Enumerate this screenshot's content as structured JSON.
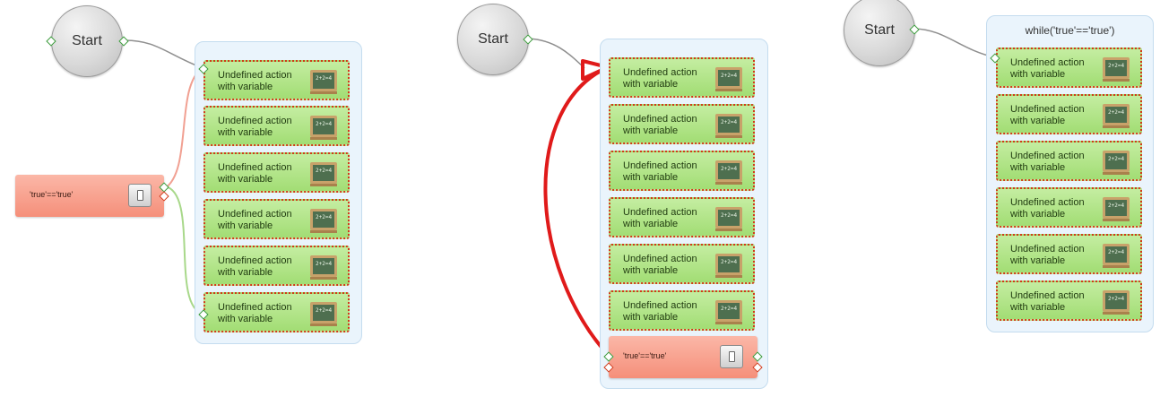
{
  "panels": [
    {
      "start_label": "Start",
      "actions": [
        {
          "line1": "Undefined action",
          "line2": "with variable",
          "icon": "chalkboard-icon"
        },
        {
          "line1": "Undefined action",
          "line2": "with variable",
          "icon": "chalkboard-icon"
        },
        {
          "line1": "Undefined action",
          "line2": "with variable",
          "icon": "chalkboard-icon"
        },
        {
          "line1": "Undefined action",
          "line2": "with variable",
          "icon": "chalkboard-icon"
        },
        {
          "line1": "Undefined action",
          "line2": "with variable",
          "icon": "chalkboard-icon"
        },
        {
          "line1": "Undefined action",
          "line2": "with variable",
          "icon": "chalkboard-icon"
        }
      ],
      "condition_label": "'true'=='true'",
      "condition_icon": "switch-icon"
    },
    {
      "start_label": "Start",
      "actions": [
        {
          "line1": "Undefined action",
          "line2": "with variable",
          "icon": "chalkboard-icon"
        },
        {
          "line1": "Undefined action",
          "line2": "with variable",
          "icon": "chalkboard-icon"
        },
        {
          "line1": "Undefined action",
          "line2": "with variable",
          "icon": "chalkboard-icon"
        },
        {
          "line1": "Undefined action",
          "line2": "with variable",
          "icon": "chalkboard-icon"
        },
        {
          "line1": "Undefined action",
          "line2": "with variable",
          "icon": "chalkboard-icon"
        },
        {
          "line1": "Undefined action",
          "line2": "with variable",
          "icon": "chalkboard-icon"
        }
      ],
      "condition_label": "'true'=='true'",
      "condition_icon": "switch-icon"
    },
    {
      "start_label": "Start",
      "container_title": "while('true'=='true')",
      "actions": [
        {
          "line1": "Undefined action",
          "line2": "with variable",
          "icon": "chalkboard-icon"
        },
        {
          "line1": "Undefined action",
          "line2": "with variable",
          "icon": "chalkboard-icon"
        },
        {
          "line1": "Undefined action",
          "line2": "with variable",
          "icon": "chalkboard-icon"
        },
        {
          "line1": "Undefined action",
          "line2": "with variable",
          "icon": "chalkboard-icon"
        },
        {
          "line1": "Undefined action",
          "line2": "with variable",
          "icon": "chalkboard-icon"
        },
        {
          "line1": "Undefined action",
          "line2": "with variable",
          "icon": "chalkboard-icon"
        }
      ]
    }
  ],
  "chalk_text": "2+2=4",
  "colors": {
    "action_fill": "#a2dd74",
    "action_border": "#d23a1a",
    "condition_fill": "#f58f7a",
    "container_fill": "#eaf4fc",
    "loop_arrow": "#e01a1a",
    "true_wire": "#f1a092",
    "false_wire": "#a8d88a"
  }
}
